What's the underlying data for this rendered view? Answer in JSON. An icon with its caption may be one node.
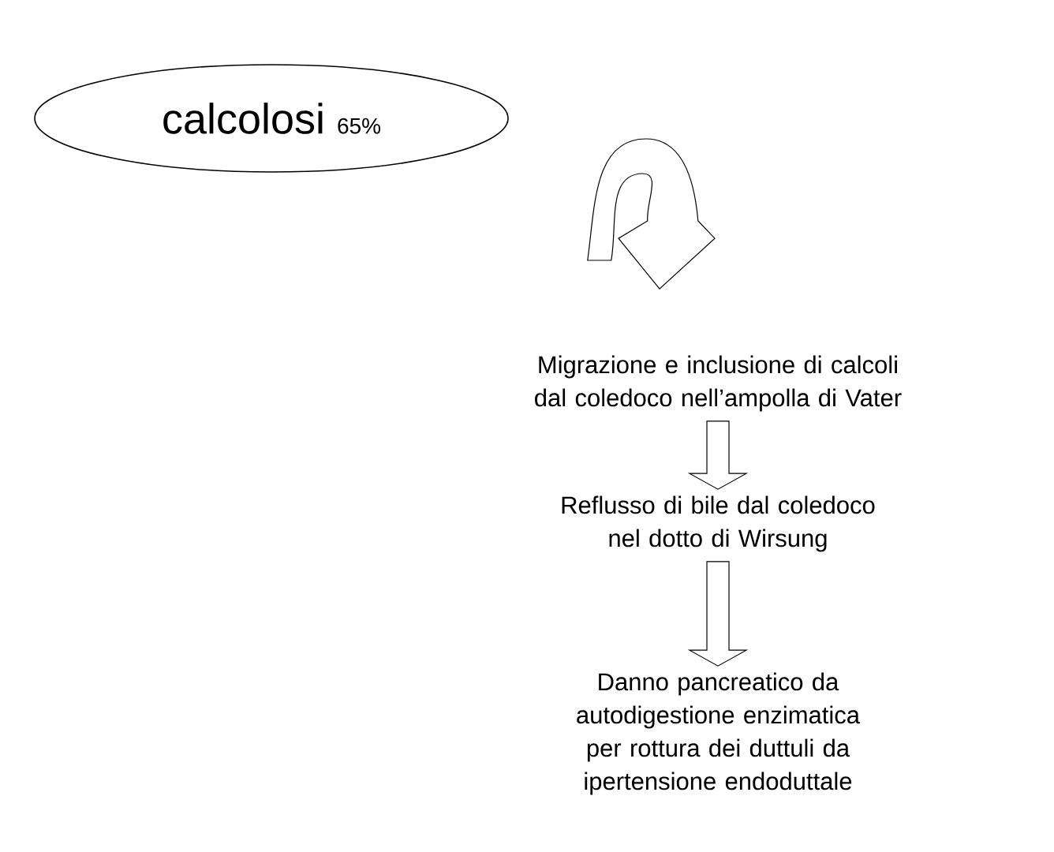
{
  "diagram": {
    "nodes": [
      {
        "text": [
          "calcolosi",
          "65%"
        ]
      },
      {
        "text": [
          "Migrazione e inclusione di calcoli dal coledoco nell’ampolla di Vater"
        ]
      },
      {
        "text": [
          "Reflusso di bile dal coledoco nel dotto di Wirsung"
        ]
      },
      {
        "text": [
          "Danno pancreatico da autodigestione enzimatica per rottura dei duttuli da ipertensione endoduttale"
        ]
      }
    ],
    "edges": [
      {
        "from": 0,
        "to": 1,
        "arrow": "to"
      },
      {
        "from": 1,
        "to": 2,
        "arrow": "to"
      },
      {
        "from": 2,
        "to": 3,
        "arrow": "to"
      }
    ]
  }
}
